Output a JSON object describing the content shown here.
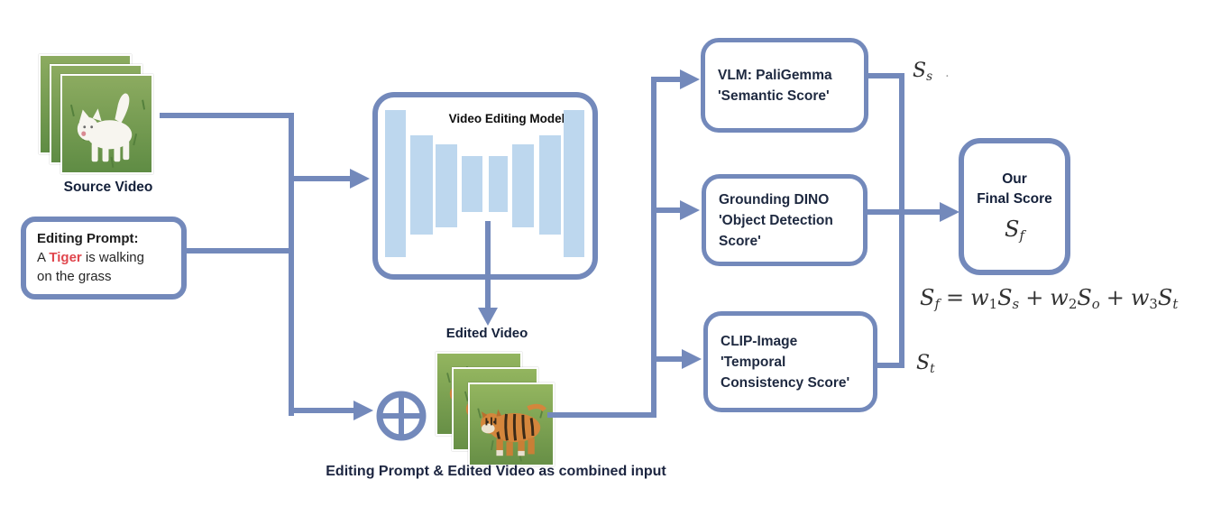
{
  "colors": {
    "accent": "#7389bb",
    "bar_fill": "#bdd7ee",
    "highlight_red": "#e0464d",
    "text_dark": "#1e2940"
  },
  "source_video": {
    "label": "Source Video"
  },
  "editing_prompt": {
    "heading": "Editing Prompt:",
    "pre": "A ",
    "highlight": "Tiger",
    "post": " is walking",
    "line2": "on the grass"
  },
  "model": {
    "title": "Video Editing Model"
  },
  "edited_video": {
    "label": "Edited Video"
  },
  "combiner": {
    "icon": "plus-circle",
    "caption": "Editing Prompt & Edited Video as combined input"
  },
  "scores": {
    "semantic": {
      "line1": "VLM: PaliGemma",
      "line2": "'Semantic Score'"
    },
    "object": {
      "line1": "Grounding DINO",
      "line2": "'Object Detection",
      "line3": "Score'"
    },
    "temporal": {
      "line1": "CLIP-Image",
      "line2": "'Temporal",
      "line3": "Consistency Score'"
    }
  },
  "outputs": {
    "semantic": {
      "base": "S",
      "sub": "s",
      "dot": "."
    },
    "temporal": {
      "base": "S",
      "sub": "t"
    }
  },
  "final": {
    "line1": "Our",
    "line2": "Final Score",
    "score_base": "S",
    "score_sub": "f"
  },
  "formula": {
    "lhs": "S",
    "lhs_sub": "f",
    "eq": "=",
    "w1": "w",
    "w1_sub": "1",
    "s1": "S",
    "s1_sub": "s",
    "plus1": "+",
    "w2": "w",
    "w2_sub": "2",
    "s2": "S",
    "s2_sub": "o",
    "plus2": "+",
    "w3": "w",
    "w3_sub": "3",
    "s3": "S",
    "s3_sub": "t"
  }
}
